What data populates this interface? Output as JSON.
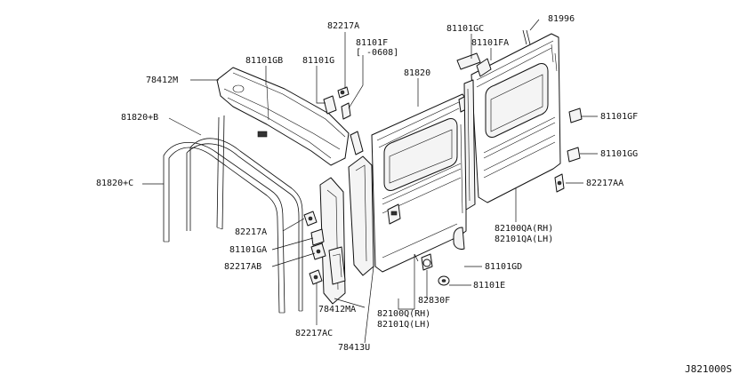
{
  "diagram_id": "J821000S",
  "labels": {
    "p78412M": "78412M",
    "p81101GB": "81101GB",
    "p81101G": "81101G",
    "p82217A_top": "82217A",
    "p81101F": "81101F",
    "p81101F_range": "[ -0608]",
    "p81820": "81820",
    "p81101GC": "81101GC",
    "p81101FA": "81101FA",
    "p81996": "81996",
    "p81820B": "81820+B",
    "p81820C": "81820+C",
    "p81101GF": "81101GF",
    "p81101GG": "81101GG",
    "p82217AA": "82217AA",
    "p82100QA_RH": "82100QA(RH)",
    "p82101QA_LH": "82101QA(LH)",
    "p82217A_mid": "82217A",
    "p81101GA": "81101GA",
    "p82217AB": "82217AB",
    "p81101GD": "81101GD",
    "p81101E": "81101E",
    "p82830F": "82830F",
    "p78412MA": "78412MA",
    "p82100Q_RH": "82100Q(RH)",
    "p82101Q_LH": "82101Q(LH)",
    "p82217AC": "82217AC",
    "p78413U": "78413U"
  }
}
